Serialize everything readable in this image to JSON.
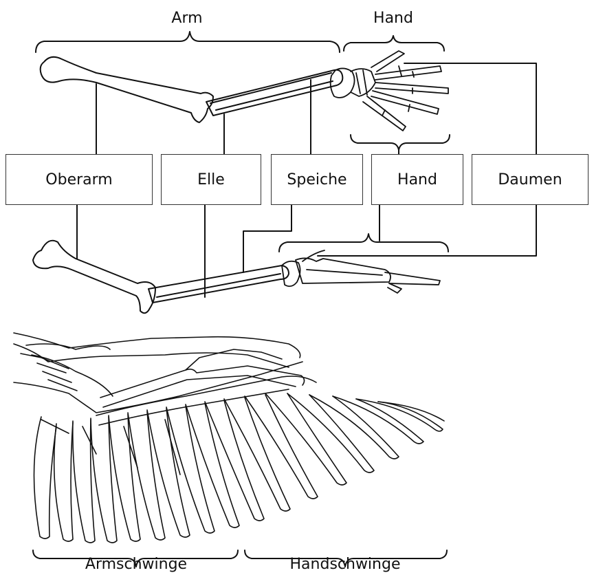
{
  "top_labels": {
    "arm": "Arm",
    "hand": "Hand"
  },
  "boxes": {
    "oberarm": "Oberarm",
    "elle": "Elle",
    "speiche": "Speiche",
    "hand": "Hand",
    "daumen": "Daumen"
  },
  "bottom_labels": {
    "armschwinge": "Armschwinge",
    "handschwinge": "Handschwinge"
  }
}
